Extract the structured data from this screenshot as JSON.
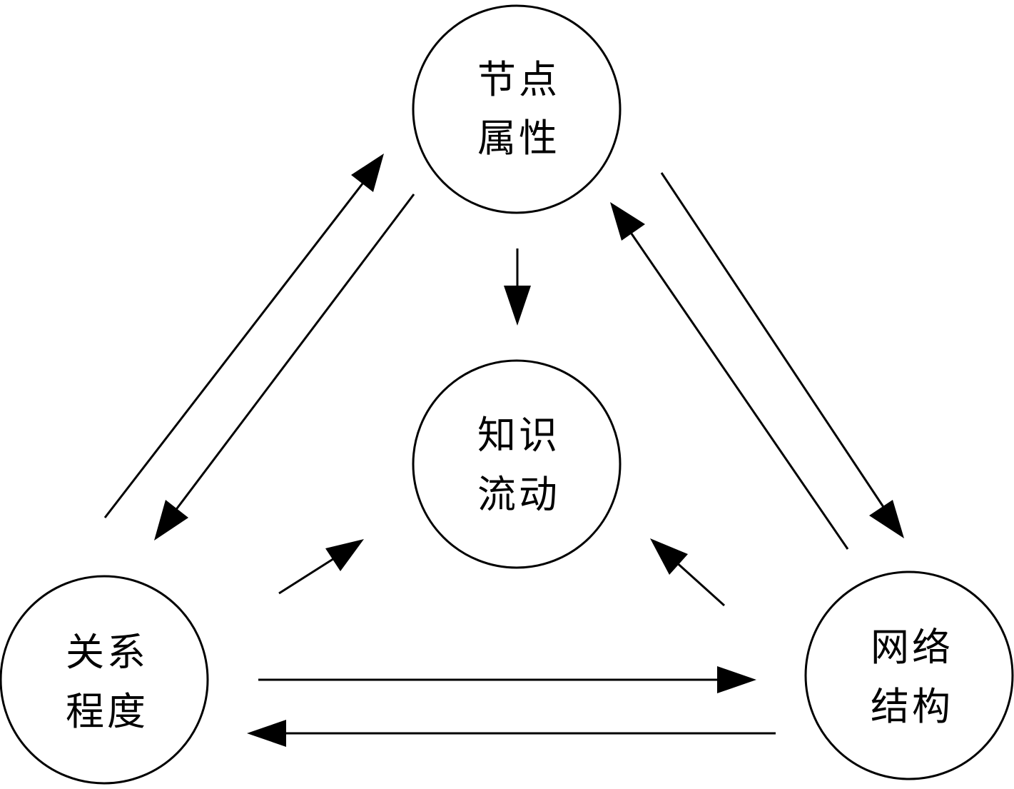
{
  "nodes": {
    "attributes": {
      "line1": "节点",
      "line2": "属性"
    },
    "knowledge_flow": {
      "line1": "知识",
      "line2": "流动"
    },
    "relationship": {
      "line1": "关系",
      "line2": "程度"
    },
    "network": {
      "line1": "网络",
      "line2": "结构"
    }
  },
  "colors": {
    "stroke": "#000000",
    "background": "#ffffff"
  }
}
